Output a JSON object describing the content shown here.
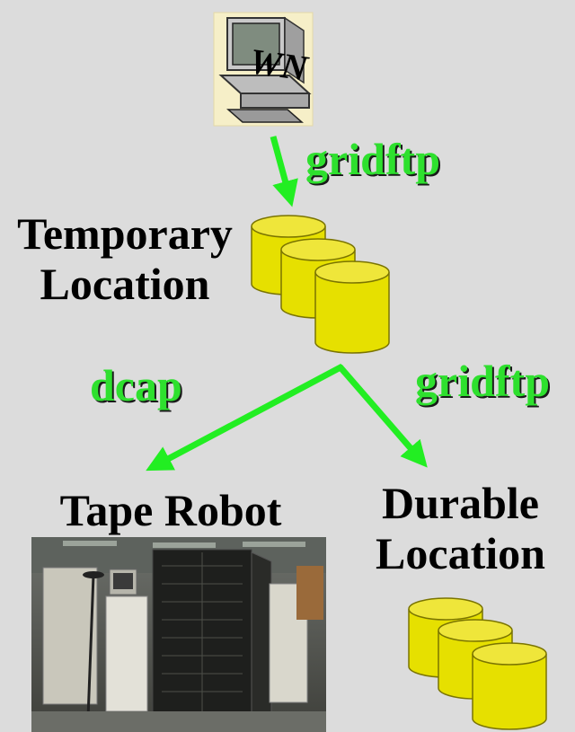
{
  "workstation": {
    "label": "WN"
  },
  "nodes": {
    "temporary": {
      "line1": "Temporary",
      "line2": "Location"
    },
    "tape": {
      "label": "Tape Robot"
    },
    "durable": {
      "line1": "Durable",
      "line2": "Location"
    }
  },
  "edges": {
    "wn_to_temporary": "gridftp",
    "temporary_to_tape": "dcap",
    "temporary_to_durable": "gridftp"
  },
  "colors": {
    "background": "#dcdcdc",
    "arrow": "#22ee22",
    "disk": "#e6e000",
    "disk_stroke": "#7a7400"
  }
}
